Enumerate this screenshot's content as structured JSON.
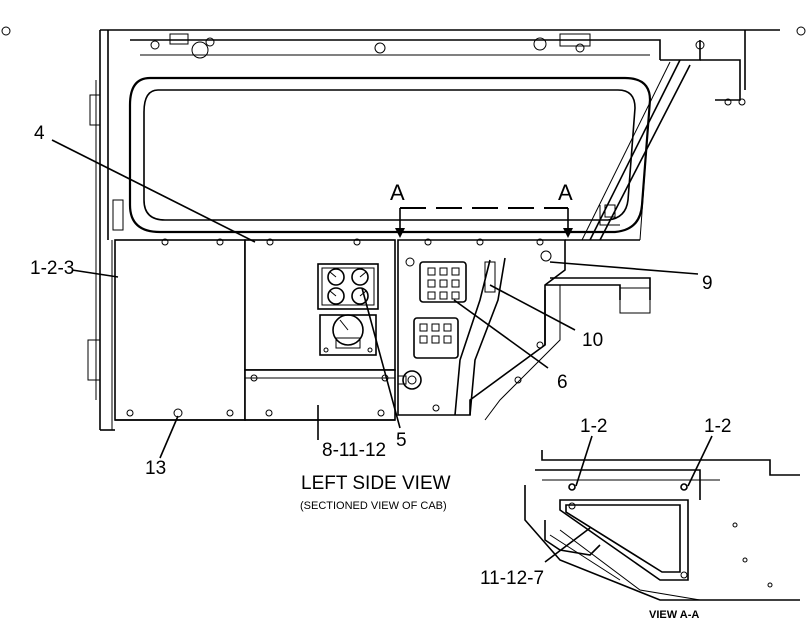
{
  "labels": {
    "item_4": "4",
    "item_1_2_3": "1-2-3",
    "item_13": "13",
    "item_8_11_12": "8-11-12",
    "item_5": "5",
    "item_6": "6",
    "item_10": "10",
    "item_9": "9",
    "section_a_left": "A",
    "section_a_right": "A",
    "detail_1_2_left": "1-2",
    "detail_1_2_right": "1-2",
    "detail_11_12_7": "11-12-7"
  },
  "captions": {
    "main_title": "LEFT SIDE VIEW",
    "main_subtitle": "(SECTIONED VIEW OF CAB)",
    "detail_title": "VIEW A-A"
  }
}
